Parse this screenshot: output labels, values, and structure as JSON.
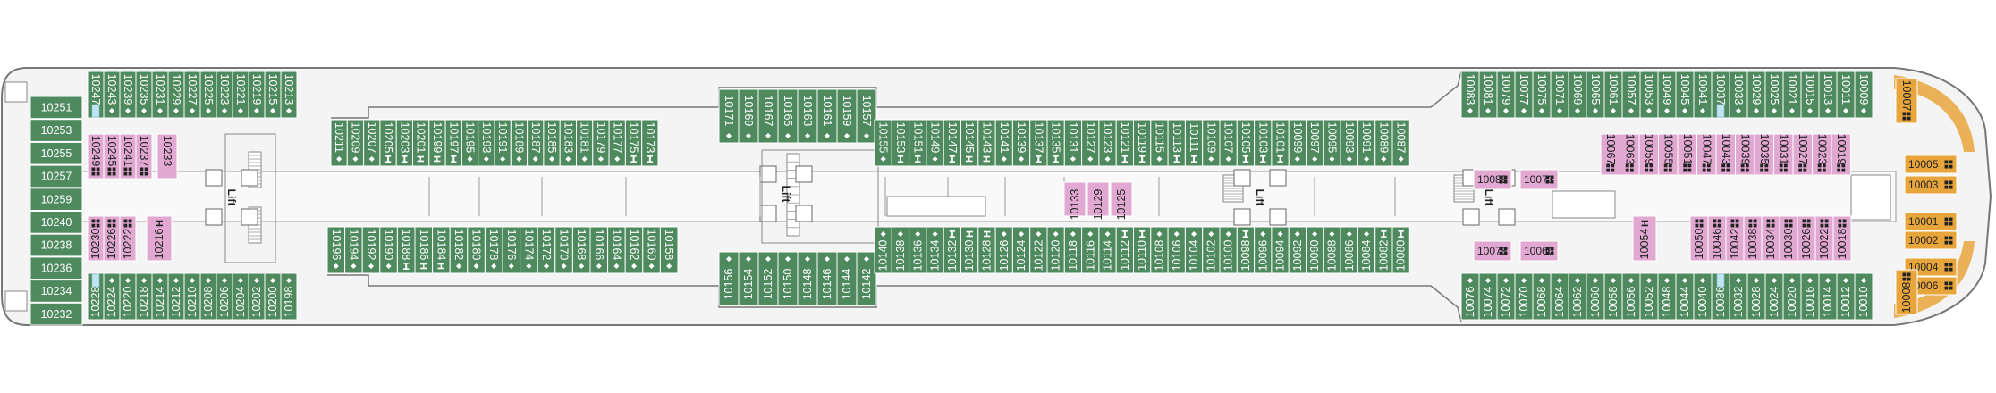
{
  "colors": {
    "standard": "#4f8a5f",
    "suite": "#e1a8d2",
    "owner": "#e8a53c",
    "light": "#ffffff",
    "corridor": "#dcdcdc",
    "hull": "#ececec",
    "outline": "#7a7a7a"
  },
  "lift_label": "Lift",
  "aft_column": [
    "10251",
    "10253",
    "10255",
    "10257",
    "10259",
    "10240",
    "10238",
    "10236",
    "10234",
    "10232"
  ],
  "blocks": [
    {
      "id": "aft-upper-outer",
      "dir": "r",
      "h": "L",
      "cabins": [
        {
          "n": "10247",
          "ic": "wave"
        },
        {
          "n": "10243",
          "ic": "dot"
        },
        {
          "n": "10239",
          "ic": "dot"
        },
        {
          "n": "10235",
          "ic": "dot"
        },
        {
          "n": "10231",
          "ic": "dot"
        },
        {
          "n": "10229",
          "ic": "dot"
        },
        {
          "n": "10227",
          "ic": "dot"
        },
        {
          "n": "10225",
          "ic": "dot"
        },
        {
          "n": "10223",
          "ic": "dot"
        },
        {
          "n": "10221",
          "ic": "dot"
        },
        {
          "n": "10219",
          "ic": "dot"
        },
        {
          "n": "10215",
          "ic": "dot"
        },
        {
          "n": "10213",
          "ic": "dot"
        }
      ]
    },
    {
      "id": "aft-upper-inner",
      "dir": "r",
      "h": "S",
      "cabins": [
        {
          "n": "10211",
          "ic": "dot"
        },
        {
          "n": "10209",
          "ic": "dot"
        },
        {
          "n": "10207",
          "ic": "dot"
        },
        {
          "n": "10205",
          "ic": "bar"
        },
        {
          "n": "10203",
          "ic": "bar"
        },
        {
          "n": "10201",
          "ic": "h"
        },
        {
          "n": "10199",
          "ic": "h"
        },
        {
          "n": "10197",
          "ic": "bar"
        },
        {
          "n": "10195",
          "ic": "dot"
        },
        {
          "n": "10193",
          "ic": "dot"
        },
        {
          "n": "10191",
          "ic": "dot"
        },
        {
          "n": "10189",
          "ic": "dot"
        },
        {
          "n": "10187",
          "ic": "dot"
        },
        {
          "n": "10185",
          "ic": "dot"
        },
        {
          "n": "10183",
          "ic": "dot"
        },
        {
          "n": "10181",
          "ic": "dot"
        },
        {
          "n": "10179",
          "ic": "dot"
        },
        {
          "n": "10177",
          "ic": "dot"
        },
        {
          "n": "10175",
          "ic": "bar"
        },
        {
          "n": "10173",
          "ic": "bar"
        }
      ]
    },
    {
      "id": "mid-upper",
      "dir": "r",
      "h": "L",
      "cabins": [
        {
          "n": "10171",
          "ic": "dot"
        },
        {
          "n": "10169",
          "ic": "dot"
        },
        {
          "n": "10167",
          "ic": "dot"
        },
        {
          "n": "10165",
          "ic": "dot"
        },
        {
          "n": "10163",
          "ic": "dot"
        },
        {
          "n": "10161",
          "ic": "dot"
        },
        {
          "n": "10159",
          "ic": "dot"
        },
        {
          "n": "10157",
          "ic": "dot"
        }
      ]
    },
    {
      "id": "fwd-upper-inner",
      "dir": "r",
      "h": "S",
      "cabins": [
        {
          "n": "10155",
          "ic": "dot"
        },
        {
          "n": "10153",
          "ic": "bar"
        },
        {
          "n": "10151",
          "ic": "bar"
        },
        {
          "n": "10149",
          "ic": "dot"
        },
        {
          "n": "10147",
          "ic": "bar"
        },
        {
          "n": "10145",
          "ic": "h"
        },
        {
          "n": "10143",
          "ic": "h"
        },
        {
          "n": "10141",
          "ic": "dot"
        },
        {
          "n": "10139",
          "ic": "dot"
        },
        {
          "n": "10137",
          "ic": "bar"
        },
        {
          "n": "10135",
          "ic": "bar"
        },
        {
          "n": "10131",
          "ic": "dot"
        },
        {
          "n": "10127",
          "ic": "dot"
        },
        {
          "n": "10123",
          "ic": "dot"
        },
        {
          "n": "10121",
          "ic": "bar"
        },
        {
          "n": "10119",
          "ic": "bar"
        },
        {
          "n": "10115",
          "ic": "dot"
        },
        {
          "n": "10113",
          "ic": "bar"
        },
        {
          "n": "10111",
          "ic": "bar"
        },
        {
          "n": "10109",
          "ic": "dot"
        },
        {
          "n": "10107",
          "ic": "dot"
        },
        {
          "n": "10105",
          "ic": "bar"
        },
        {
          "n": "10103",
          "ic": "bar"
        },
        {
          "n": "10101",
          "ic": "bar"
        },
        {
          "n": "10099",
          "ic": "dot"
        },
        {
          "n": "10097",
          "ic": "dot"
        },
        {
          "n": "10095",
          "ic": "dot"
        },
        {
          "n": "10093",
          "ic": "dot"
        },
        {
          "n": "10091",
          "ic": "dot"
        },
        {
          "n": "10089",
          "ic": "dot"
        },
        {
          "n": "10087",
          "ic": "dot"
        }
      ]
    },
    {
      "id": "fwd-upper-outer",
      "dir": "r",
      "h": "L",
      "cabins": [
        {
          "n": "10083",
          "ic": "dot"
        },
        {
          "n": "10081",
          "ic": "dot"
        },
        {
          "n": "10079",
          "ic": "dot"
        },
        {
          "n": "10077",
          "ic": "dot"
        },
        {
          "n": "10075",
          "ic": "dot"
        },
        {
          "n": "10071",
          "ic": "dot"
        },
        {
          "n": "10069",
          "ic": "dot"
        },
        {
          "n": "10065",
          "ic": "dot"
        },
        {
          "n": "10061",
          "ic": "dot"
        },
        {
          "n": "10057",
          "ic": "dot"
        },
        {
          "n": "10053",
          "ic": "dot"
        },
        {
          "n": "10049",
          "ic": "dot"
        },
        {
          "n": "10045",
          "ic": "dot"
        },
        {
          "n": "10041",
          "ic": "dot"
        },
        {
          "n": "10037",
          "ic": "wave"
        },
        {
          "n": "10033",
          "ic": "dot"
        },
        {
          "n": "10029",
          "ic": "dot"
        },
        {
          "n": "10025",
          "ic": "dot"
        },
        {
          "n": "10021",
          "ic": "dot"
        },
        {
          "n": "10015",
          "ic": "dot"
        },
        {
          "n": "10013",
          "ic": "dot"
        },
        {
          "n": "10011",
          "ic": "dot"
        },
        {
          "n": "10009",
          "ic": "dot"
        }
      ]
    },
    {
      "id": "aft-lower-inner",
      "dir": "r",
      "h": "S",
      "cabins": [
        {
          "n": "10196",
          "ic": "dot"
        },
        {
          "n": "10194",
          "ic": "dot"
        },
        {
          "n": "10192",
          "ic": "dot"
        },
        {
          "n": "10190",
          "ic": "dot"
        },
        {
          "n": "10188",
          "ic": "bar"
        },
        {
          "n": "10186",
          "ic": "h"
        },
        {
          "n": "10184",
          "ic": "h"
        },
        {
          "n": "10182",
          "ic": "dot"
        },
        {
          "n": "10180",
          "ic": "dot"
        },
        {
          "n": "10178",
          "ic": "dot"
        },
        {
          "n": "10176",
          "ic": "dot"
        },
        {
          "n": "10174",
          "ic": "dot"
        },
        {
          "n": "10172",
          "ic": "dot"
        },
        {
          "n": "10170",
          "ic": "dot"
        },
        {
          "n": "10168",
          "ic": "dot"
        },
        {
          "n": "10166",
          "ic": "dot"
        },
        {
          "n": "10164",
          "ic": "dot"
        },
        {
          "n": "10162",
          "ic": "dot"
        },
        {
          "n": "10160",
          "ic": "dot"
        },
        {
          "n": "10158",
          "ic": "dot"
        }
      ]
    },
    {
      "id": "aft-lower-outer",
      "dir": "l",
      "h": "L",
      "cabins": [
        {
          "n": "10228",
          "ic": "wave"
        },
        {
          "n": "10224",
          "ic": "dot"
        },
        {
          "n": "10220",
          "ic": "dot"
        },
        {
          "n": "10218",
          "ic": "dot"
        },
        {
          "n": "10214",
          "ic": "dot"
        },
        {
          "n": "10212",
          "ic": "dot"
        },
        {
          "n": "10210",
          "ic": "dot"
        },
        {
          "n": "10208",
          "ic": "dot"
        },
        {
          "n": "10206",
          "ic": "dot"
        },
        {
          "n": "10204",
          "ic": "dot"
        },
        {
          "n": "10202",
          "ic": "dot"
        },
        {
          "n": "10200",
          "ic": "dot"
        },
        {
          "n": "10198",
          "ic": "dot"
        }
      ]
    },
    {
      "id": "mid-lower",
      "dir": "l",
      "h": "L",
      "cabins": [
        {
          "n": "10156",
          "ic": "dot"
        },
        {
          "n": "10154",
          "ic": "dot"
        },
        {
          "n": "10152",
          "ic": "dot"
        },
        {
          "n": "10150",
          "ic": "dot"
        },
        {
          "n": "10148",
          "ic": "dot"
        },
        {
          "n": "10146",
          "ic": "dot"
        },
        {
          "n": "10144",
          "ic": "dot"
        },
        {
          "n": "10142",
          "ic": "dot"
        }
      ]
    },
    {
      "id": "fwd-lower-inner",
      "dir": "l",
      "h": "S",
      "cabins": [
        {
          "n": "10140",
          "ic": "dot"
        },
        {
          "n": "10138",
          "ic": "dot"
        },
        {
          "n": "10136",
          "ic": "dot"
        },
        {
          "n": "10134",
          "ic": "dot"
        },
        {
          "n": "10132",
          "ic": "bar"
        },
        {
          "n": "10130",
          "ic": "h"
        },
        {
          "n": "10128",
          "ic": "h"
        },
        {
          "n": "10126",
          "ic": "dot"
        },
        {
          "n": "10124",
          "ic": "dot"
        },
        {
          "n": "10122",
          "ic": "dot"
        },
        {
          "n": "10120",
          "ic": "dot"
        },
        {
          "n": "10118",
          "ic": "dot"
        },
        {
          "n": "10116",
          "ic": "dot"
        },
        {
          "n": "10114",
          "ic": "dot"
        },
        {
          "n": "10112",
          "ic": "bar"
        },
        {
          "n": "10110",
          "ic": "bar"
        },
        {
          "n": "10108",
          "ic": "dot"
        },
        {
          "n": "10106",
          "ic": "dot"
        },
        {
          "n": "10104",
          "ic": "dot"
        },
        {
          "n": "10102",
          "ic": "dot"
        },
        {
          "n": "10100",
          "ic": "dot"
        },
        {
          "n": "10098",
          "ic": "bar"
        },
        {
          "n": "10096",
          "ic": "dot"
        },
        {
          "n": "10094",
          "ic": "dot"
        },
        {
          "n": "10092",
          "ic": "dot"
        },
        {
          "n": "10090",
          "ic": "dot"
        },
        {
          "n": "10088",
          "ic": "dot"
        },
        {
          "n": "10086",
          "ic": "dot"
        },
        {
          "n": "10084",
          "ic": "dot"
        },
        {
          "n": "10082",
          "ic": "bar"
        },
        {
          "n": "10080",
          "ic": "bar"
        }
      ]
    },
    {
      "id": "fwd-lower-outer",
      "dir": "l",
      "h": "L",
      "cabins": [
        {
          "n": "10076",
          "ic": "dot"
        },
        {
          "n": "10074",
          "ic": "dot"
        },
        {
          "n": "10072",
          "ic": "dot"
        },
        {
          "n": "10070",
          "ic": "dot"
        },
        {
          "n": "10068",
          "ic": "dot"
        },
        {
          "n": "10064",
          "ic": "dot"
        },
        {
          "n": "10062",
          "ic": "dot"
        },
        {
          "n": "10060",
          "ic": "dot"
        },
        {
          "n": "10058",
          "ic": "dot"
        },
        {
          "n": "10056",
          "ic": "dot"
        },
        {
          "n": "10052",
          "ic": "dot"
        },
        {
          "n": "10048",
          "ic": "dot"
        },
        {
          "n": "10044",
          "ic": "dot"
        },
        {
          "n": "10040",
          "ic": "dot"
        },
        {
          "n": "10036",
          "ic": "wave"
        },
        {
          "n": "10032",
          "ic": "dot"
        },
        {
          "n": "10028",
          "ic": "dot"
        },
        {
          "n": "10024",
          "ic": "dot"
        },
        {
          "n": "10020",
          "ic": "dot"
        },
        {
          "n": "10016",
          "ic": "dot"
        },
        {
          "n": "10014",
          "ic": "dot"
        },
        {
          "n": "10012",
          "ic": "dot"
        },
        {
          "n": "10010",
          "ic": "dot"
        }
      ]
    }
  ],
  "suites": [
    {
      "n": "10249",
      "ic": "sq",
      "dir": "r"
    },
    {
      "n": "10245",
      "ic": "sq",
      "dir": "r"
    },
    {
      "n": "10241",
      "ic": "sq",
      "dir": "r"
    },
    {
      "n": "10237",
      "ic": "sq",
      "dir": "r"
    },
    {
      "n": "10233",
      "ic": "",
      "dir": "r"
    },
    {
      "n": "10230",
      "ic": "sq",
      "dir": "l"
    },
    {
      "n": "10226",
      "ic": "sq",
      "dir": "l"
    },
    {
      "n": "10222",
      "ic": "sq",
      "dir": "l"
    },
    {
      "n": "10216",
      "ic": "h",
      "dir": "l"
    },
    {
      "n": "10133",
      "ic": "",
      "dir": "l"
    },
    {
      "n": "10129",
      "ic": "",
      "dir": "l"
    },
    {
      "n": "10125",
      "ic": "",
      "dir": "l"
    },
    {
      "n": "10085",
      "ic": "sq",
      "dir": "h"
    },
    {
      "n": "10073",
      "ic": "sq",
      "dir": "h"
    },
    {
      "n": "10078",
      "ic": "sq",
      "dir": "h"
    },
    {
      "n": "10066",
      "ic": "sq",
      "dir": "h"
    },
    {
      "n": "10067",
      "ic": "sq",
      "dir": "r"
    },
    {
      "n": "10063",
      "ic": "sq",
      "dir": "r"
    },
    {
      "n": "10059",
      "ic": "sq",
      "dir": "r"
    },
    {
      "n": "10055",
      "ic": "sq",
      "dir": "r"
    },
    {
      "n": "10051",
      "ic": "sq",
      "dir": "r"
    },
    {
      "n": "10047",
      "ic": "sq",
      "dir": "r"
    },
    {
      "n": "10043",
      "ic": "sq",
      "dir": "r"
    },
    {
      "n": "10039",
      "ic": "sq",
      "dir": "r"
    },
    {
      "n": "10035",
      "ic": "sq",
      "dir": "r"
    },
    {
      "n": "10031",
      "ic": "sq",
      "dir": "r"
    },
    {
      "n": "10027",
      "ic": "sq",
      "dir": "r"
    },
    {
      "n": "10023",
      "ic": "sq",
      "dir": "r"
    },
    {
      "n": "10019",
      "ic": "sq",
      "dir": "r"
    },
    {
      "n": "10054",
      "ic": "h",
      "dir": "l"
    },
    {
      "n": "10050",
      "ic": "sq",
      "dir": "l"
    },
    {
      "n": "10046",
      "ic": "sq",
      "dir": "l"
    },
    {
      "n": "10042",
      "ic": "sq",
      "dir": "l"
    },
    {
      "n": "10038",
      "ic": "sq",
      "dir": "l"
    },
    {
      "n": "10034",
      "ic": "sq",
      "dir": "l"
    },
    {
      "n": "10030",
      "ic": "sq",
      "dir": "l"
    },
    {
      "n": "10026",
      "ic": "sq",
      "dir": "l"
    },
    {
      "n": "10022",
      "ic": "sq",
      "dir": "l"
    },
    {
      "n": "10018",
      "ic": "sq",
      "dir": "l"
    }
  ],
  "owner_suites": [
    {
      "n": "10007",
      "ic": "sq",
      "dir": "r"
    },
    {
      "n": "10005",
      "ic": "sq",
      "dir": "h"
    },
    {
      "n": "10003",
      "ic": "sq",
      "dir": "h"
    },
    {
      "n": "10001",
      "ic": "sq",
      "dir": "h"
    },
    {
      "n": "10002",
      "ic": "sq",
      "dir": "h"
    },
    {
      "n": "10004",
      "ic": "sq",
      "dir": "h"
    },
    {
      "n": "10006",
      "ic": "sq",
      "dir": "h"
    },
    {
      "n": "10008",
      "ic": "sq",
      "dir": "l"
    }
  ]
}
